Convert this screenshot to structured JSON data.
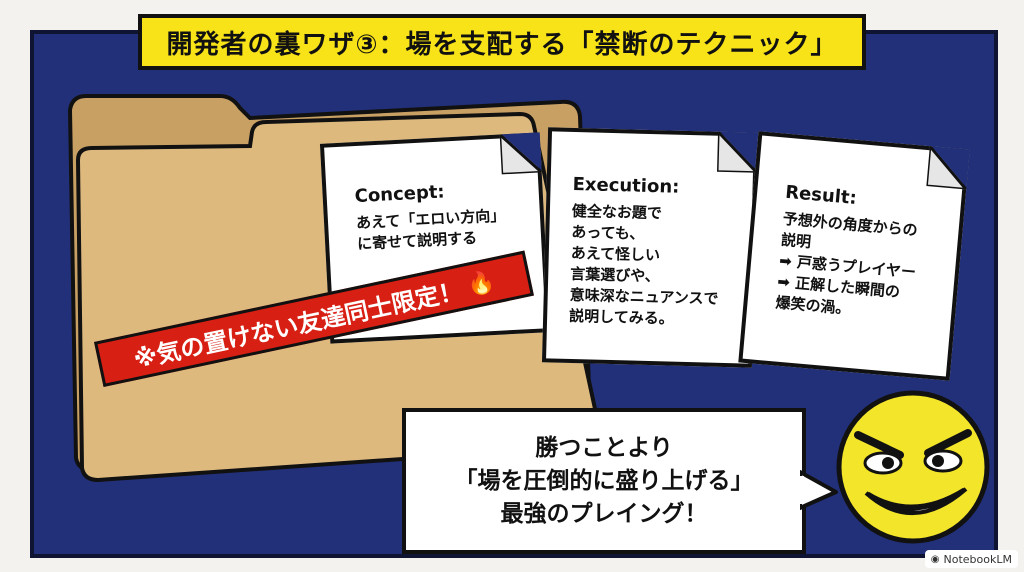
{
  "title": "開発者の裏ワザ③：場を支配する「禁断のテクニック」",
  "cards": [
    {
      "heading": "Concept:",
      "body": "あえて「エロい方向」\nに寄せて説明する"
    },
    {
      "heading": "Execution:",
      "body": "健全なお題で\nあっても、\nあえて怪しい\n言葉選びや、\n意味深なニュアンスで\n説明してみる。"
    },
    {
      "heading": "Result:",
      "body": "予想外の角度からの\n説明\n➡ 戸惑うプレイヤー\n➡ 正解した瞬間の\n爆笑の渦。"
    }
  ],
  "warning_tape": {
    "text": "※気の置けない友達同士限定！",
    "icon": "fire-icon"
  },
  "speech_bubble": {
    "line1": "勝つことより",
    "line2": "「場を圧倒的に盛り上げる」",
    "line3": "最強のプレイング！"
  },
  "watermark": "NotebookLM",
  "colors": {
    "panel": "#22307a",
    "title_bg": "#f7e318",
    "folder": "#d9b57a",
    "tape": "#d81f13",
    "face": "#f3e52a"
  }
}
